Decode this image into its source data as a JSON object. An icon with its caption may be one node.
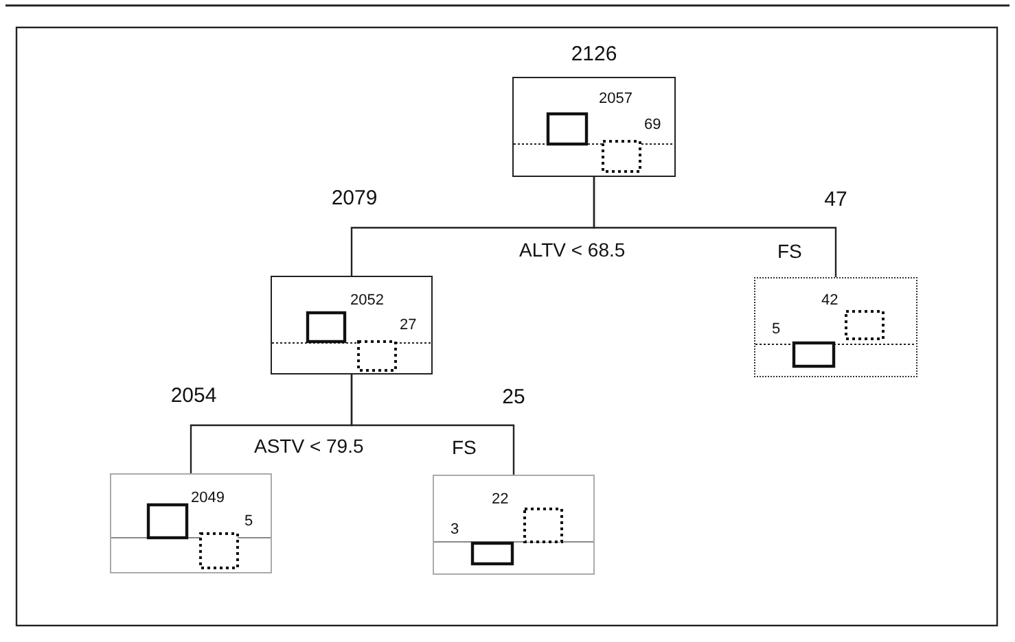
{
  "diagram": {
    "nodes": [
      {
        "text": [
          "2057",
          "69"
        ],
        "beside": [
          "2126"
        ]
      },
      {
        "text": [
          "2052",
          "27"
        ],
        "beside": [
          "2079"
        ]
      },
      {
        "text": [
          "42",
          "5"
        ],
        "beside": [
          "47"
        ]
      },
      {
        "text": [
          "2049",
          "5"
        ],
        "beside": [
          "2054"
        ]
      },
      {
        "text": [
          "22",
          "3"
        ],
        "beside": [
          "25"
        ]
      }
    ],
    "edges": [
      {
        "from": 0,
        "to": 1,
        "arrow": "none",
        "label": "ALTV < 68.5"
      },
      {
        "from": 0,
        "to": 2,
        "arrow": "none",
        "label": "FS"
      },
      {
        "from": 1,
        "to": 3,
        "arrow": "none",
        "label": "ASTV < 79.5"
      },
      {
        "from": 1,
        "to": 4,
        "arrow": "none",
        "label": "FS"
      }
    ]
  }
}
